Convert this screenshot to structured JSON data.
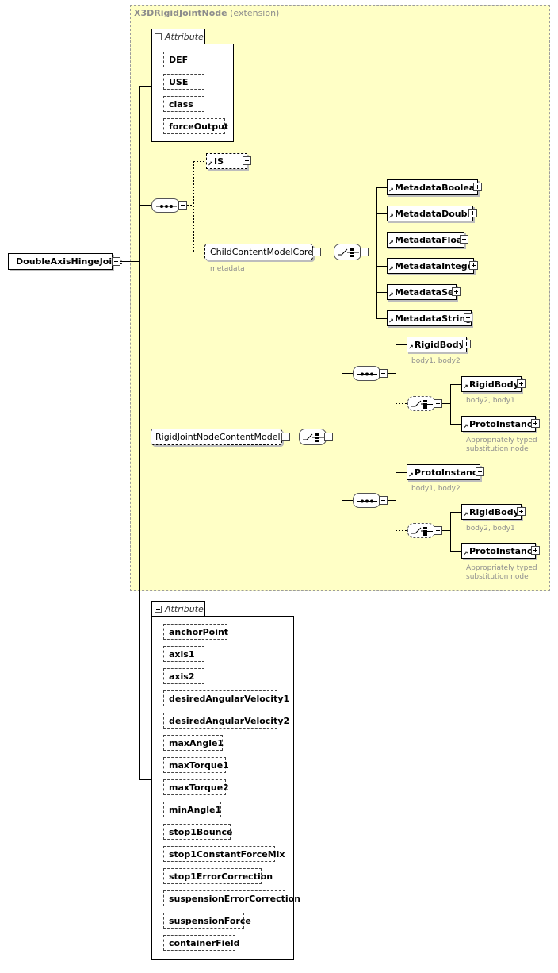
{
  "root": {
    "label": "DoubleAxisHingeJoint"
  },
  "extension": {
    "name": "X3DRigidJointNode",
    "suffix": " (extension)"
  },
  "attribute_tab_label": "Attribute",
  "ext_attributes": [
    "DEF",
    "USE",
    "class",
    "forceOutput"
  ],
  "is_element": {
    "label": "IS"
  },
  "child_content": {
    "label": "ChildContentModelCore",
    "note": "metadata"
  },
  "metadata_elements": [
    "MetadataBoolean",
    "MetadataDouble",
    "MetadataFloat",
    "MetadataInteger",
    "MetadataSet",
    "MetadataString"
  ],
  "rigid_content": {
    "label": "RigidJointNodeContentModel"
  },
  "branch1": {
    "first": {
      "label": "RigidBody",
      "note": "body1, body2"
    },
    "choice_a": {
      "label": "RigidBody",
      "note": "body2, body1"
    },
    "choice_b": {
      "label": "ProtoInstance",
      "note1": "Appropriately typed",
      "note2": "substitution node"
    }
  },
  "branch2": {
    "first": {
      "label": "ProtoInstance",
      "note": "body1, body2"
    },
    "choice_a": {
      "label": "RigidBody",
      "note": "body2, body1"
    },
    "choice_b": {
      "label": "ProtoInstance",
      "note1": "Appropriately typed",
      "note2": "substitution node"
    }
  },
  "own_attributes": [
    "anchorPoint",
    "axis1",
    "axis2",
    "desiredAngularVelocity1",
    "desiredAngularVelocity2",
    "maxAngle1",
    "maxTorque1",
    "maxTorque2",
    "minAngle1",
    "stop1Bounce",
    "stop1ConstantForceMix",
    "stop1ErrorCorrection",
    "suspensionErrorCorrection",
    "suspensionForce",
    "containerField"
  ]
}
